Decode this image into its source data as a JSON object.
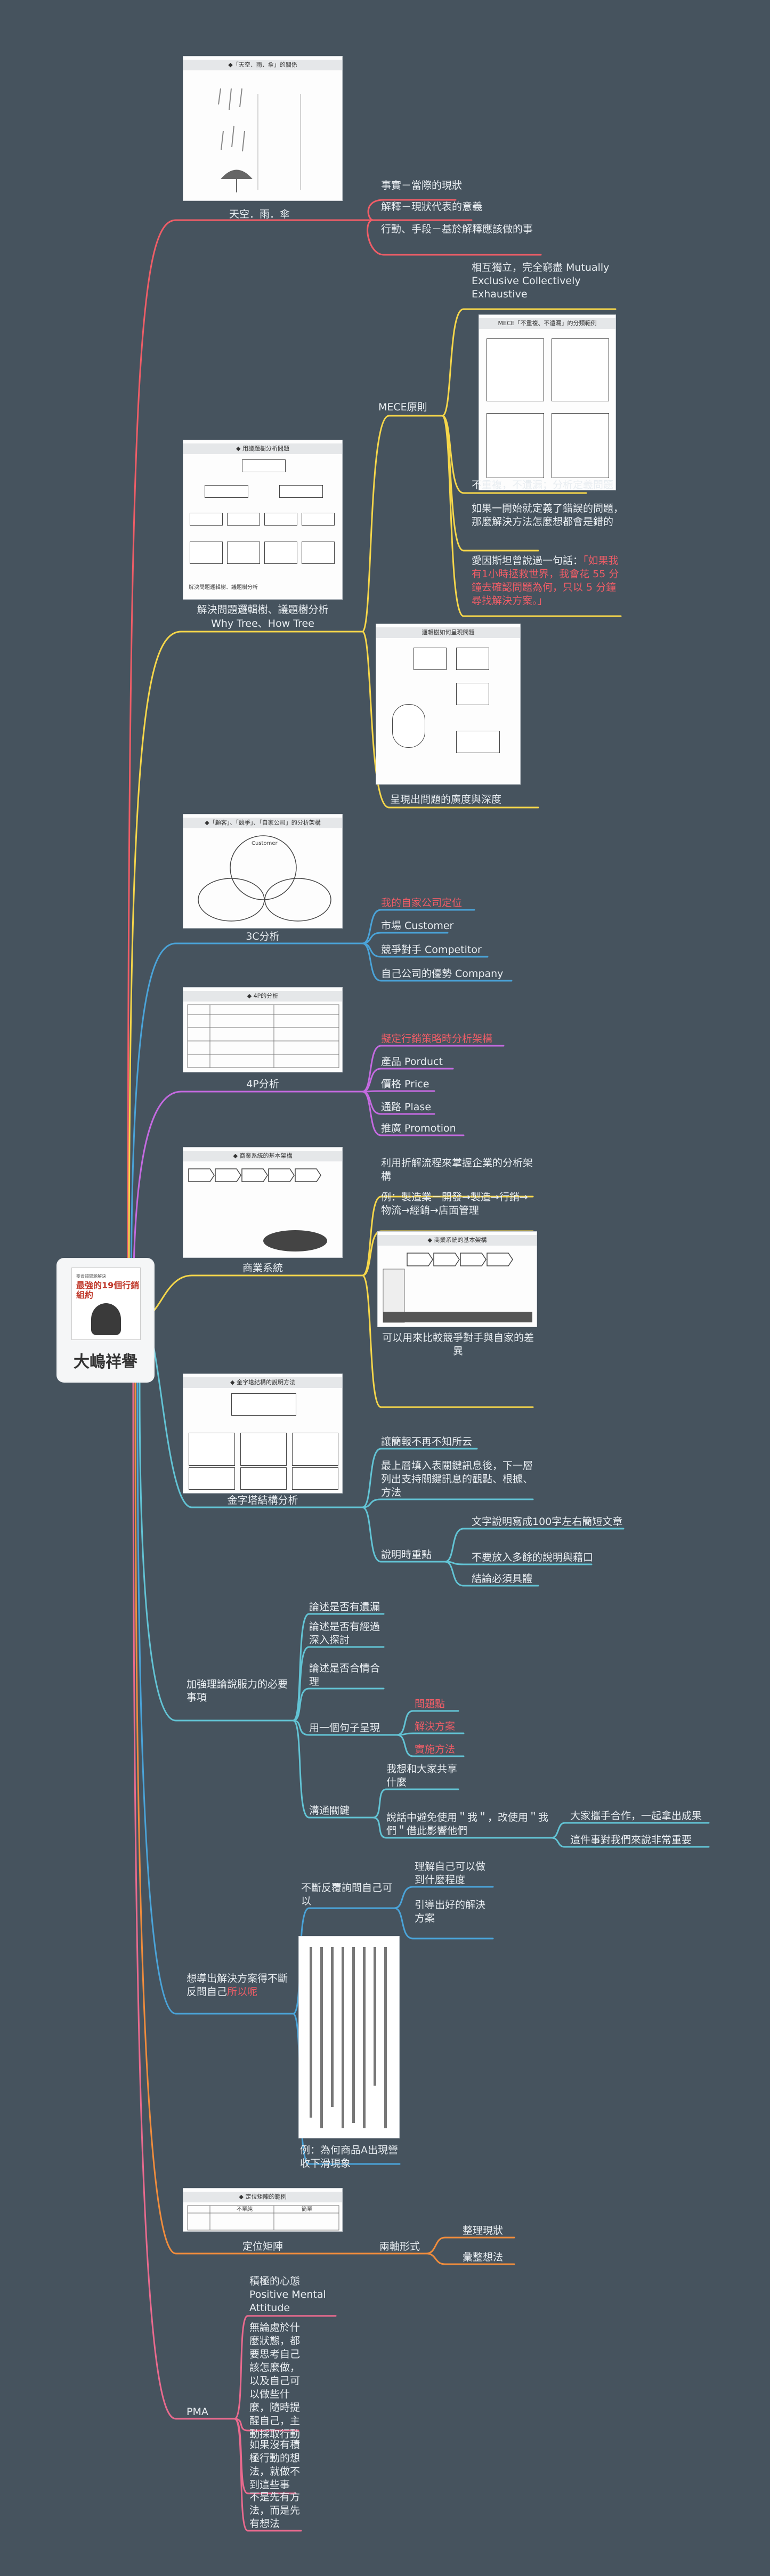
{
  "root": {
    "title": "大嶋祥譽",
    "book_subtitle": "麥肯錫問題解決",
    "book_title": "最強的19個行銷組約",
    "author": "大嶋祥譽"
  },
  "branches": {
    "tenki": {
      "label": "天空．雨．傘",
      "children": [
        "事實－當際的現狀",
        "解釋－現狀代表的意義",
        "行動、手段－基於解釋應該做的事"
      ]
    },
    "tree": {
      "label1": "解決問題邏輯樹、議題樹分析",
      "label2": "Why Tree、How Tree",
      "mece": "MECE原則",
      "mece_children": [
        "相互獨立，完全窮盡 Mutually Exclusive Collectively Exhaustive",
        "不重複，不遺漏；分析定義問題",
        "如果一開始就定義了錯誤的問題，那麼解決方法怎麼想都會是錯的",
        "愛因斯坦曾說過一句話："
      ],
      "einstein_quote": "「如果我有1小時拯救世界，我會花 55 分鐘去確認問題為何，只以 5 分鐘尋找解決方案。」",
      "depth": "呈現出問題的廣度與深度"
    },
    "three_c": {
      "label": "3C分析",
      "children": [
        "我的自家公司定位",
        "市場 Customer",
        "競爭對手 Competitor",
        "自己公司的優勢 Company"
      ]
    },
    "four_p": {
      "label": "4P分析",
      "children": [
        "擬定行銷策略時分析架構",
        "產品 Porduct",
        "價格 Price",
        "通路 Plase",
        "推廣 Promotion"
      ]
    },
    "biz": {
      "label": "商業系統",
      "children": [
        "利用折解流程來掌握企業的分析架構",
        "例：製造業－開發→製造→行銷→物流→經銷→店面管理",
        "可以用來比較競爭對手與自家的差異"
      ]
    },
    "pyramid": {
      "label": "金字塔結構分析",
      "children": [
        "讓簡報不再不知所云",
        "最上層填入表關鍵訊息後，下一層列出支持關鍵訊息的觀點、根據、方法",
        "說明時重點"
      ],
      "points": [
        "文字說明寫成100字左右簡短文章",
        "不要放入多餘的說明與藉口",
        "結論必須具體"
      ]
    },
    "persuade": {
      "label": "加強理論說服力的必要事項",
      "children": [
        "論述是否有遺漏",
        "論述是否有經過深入探討",
        "論述是否合情合理",
        "用一個句子呈現",
        "溝通關鍵"
      ],
      "sentence": [
        "問題點",
        "解決方案",
        "實施方法"
      ],
      "comm": [
        "我想和大家共享什麼",
        "說話中避免使用＂我＂，改使用＂我們＂借此影響他們"
      ],
      "we": [
        "大家攜手合作，一起拿出成果",
        "這件事對我們來說非常重要"
      ]
    },
    "ask": {
      "label": "想導出解決方案得不斷反問自己",
      "label_red": "所以呢",
      "keep": "不斷反覆詢問自己可以",
      "keep_children": [
        "理解自己可以做到什麼程度",
        "引導出好的解決方案"
      ],
      "example": "例：為何商品A出現營收下滑現象"
    },
    "position": {
      "label": "定位矩陣",
      "two": "兩軸形式",
      "children": [
        "整理現狀",
        "彙整想法"
      ]
    },
    "pma": {
      "label": "PMA",
      "children": [
        "積極的心態 Positive Mental Attitude",
        "無論處於什麼狀態，都要思考自己該怎麼做，以及自己可以做些什麼，隨時提醒自己，主動採取行動",
        "如果沒有積極行動的想法，就做不到這些事",
        "不是先有方法，而是先有想法"
      ]
    }
  },
  "thumbs": {
    "tenki_cap": "◆「天空．雨．傘」的關係",
    "tree_cap": "◆ 用議題樹分析問題",
    "tree_bottom": "解決問題邏輯樹、議題樹分析",
    "mece_cap": "MECE「不重複、不遺漏」的分類範例",
    "depth_cap": "邏輯樹如何呈現問題",
    "threec_cap": "◆「顧客」、「競爭」、「自家公司」的分析架構",
    "threec_center": "Customer",
    "fourp_cap": "◆ 4P的分析",
    "biz_cap": "◆ 商業系統的基本架構",
    "pyr_cap": "◆ 金字塔結構的說明方法",
    "pos_cap": "◆ 定位矩陣的範例",
    "pos_h1": "不單純",
    "pos_h2": "簡單"
  },
  "colors": {
    "red": "#ef5d67",
    "yellow": "#f5d64a",
    "blue": "#4aa3d8",
    "purple": "#c46ae0",
    "cyan": "#62c3d4",
    "orange": "#f08c3c",
    "pink": "#e96a8e"
  }
}
